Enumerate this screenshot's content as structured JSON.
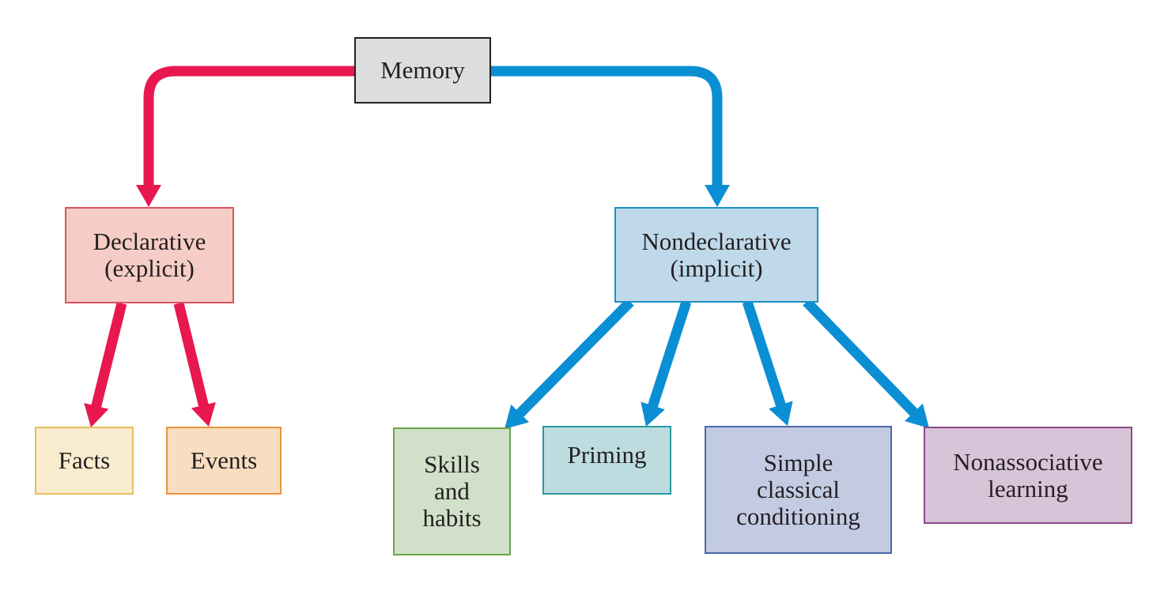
{
  "diagram": {
    "title": "Memory taxonomy",
    "colors": {
      "explicit_branch": "#e8174e",
      "implicit_branch": "#0b8fd4"
    },
    "nodes": [
      {
        "id": "memory",
        "label": "Memory",
        "fill": "#dcdddf",
        "border": "#231f20"
      },
      {
        "id": "declarative",
        "label": "Declarative\n(explicit)",
        "fill": "#f6cdc6",
        "border": "#d9535e"
      },
      {
        "id": "nondeclarative",
        "label": "Nondeclarative\n(implicit)",
        "fill": "#bfd9ea",
        "border": "#1b8fc6"
      },
      {
        "id": "facts",
        "label": "Facts",
        "fill": "#f9ecce",
        "border": "#e6be5a"
      },
      {
        "id": "events",
        "label": "Events",
        "fill": "#f8ddc0",
        "border": "#e8953c"
      },
      {
        "id": "skills",
        "label": "Skills\nand\nhabits",
        "fill": "#d1e1c9",
        "border": "#6aa44a"
      },
      {
        "id": "priming",
        "label": "Priming",
        "fill": "#bcdce0",
        "border": "#2a9aa0"
      },
      {
        "id": "classical",
        "label": "Simple\nclassical\nconditioning",
        "fill": "#c3cbe3",
        "border": "#4a68a8"
      },
      {
        "id": "nonassociative",
        "label": "Nonassociative\nlearning",
        "fill": "#d8c3d8",
        "border": "#8a4a88"
      }
    ],
    "edges": [
      {
        "from": "memory",
        "to": "declarative",
        "branch": "explicit_branch"
      },
      {
        "from": "memory",
        "to": "nondeclarative",
        "branch": "implicit_branch"
      },
      {
        "from": "declarative",
        "to": "facts",
        "branch": "explicit_branch"
      },
      {
        "from": "declarative",
        "to": "events",
        "branch": "explicit_branch"
      },
      {
        "from": "nondeclarative",
        "to": "skills",
        "branch": "implicit_branch"
      },
      {
        "from": "nondeclarative",
        "to": "priming",
        "branch": "implicit_branch"
      },
      {
        "from": "nondeclarative",
        "to": "classical",
        "branch": "implicit_branch"
      },
      {
        "from": "nondeclarative",
        "to": "nonassociative",
        "branch": "implicit_branch"
      }
    ]
  }
}
